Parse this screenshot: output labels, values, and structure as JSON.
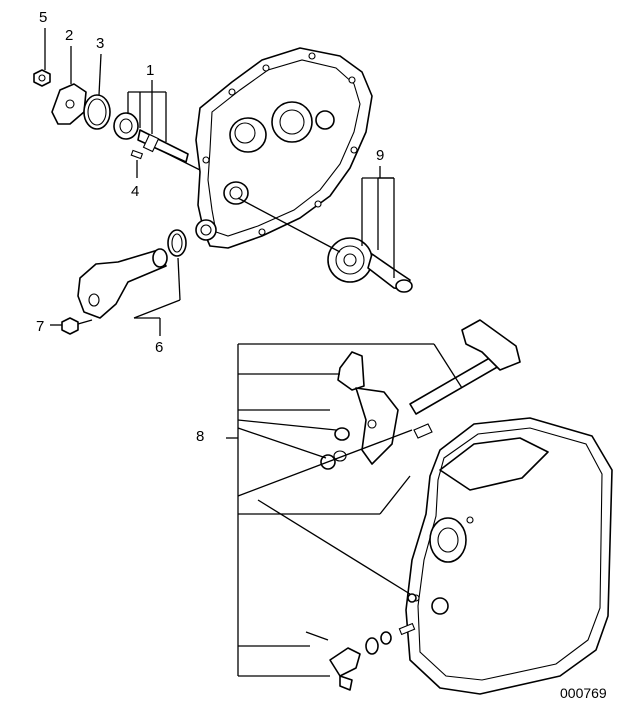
{
  "callouts": {
    "c1": "1",
    "c2": "2",
    "c3": "3",
    "c4": "4",
    "c5": "5",
    "c6": "6",
    "c7": "7",
    "c8": "8",
    "c9": "9"
  },
  "figure_id": "000769",
  "colors": {
    "ink": "#000000",
    "paper": "#ffffff"
  }
}
